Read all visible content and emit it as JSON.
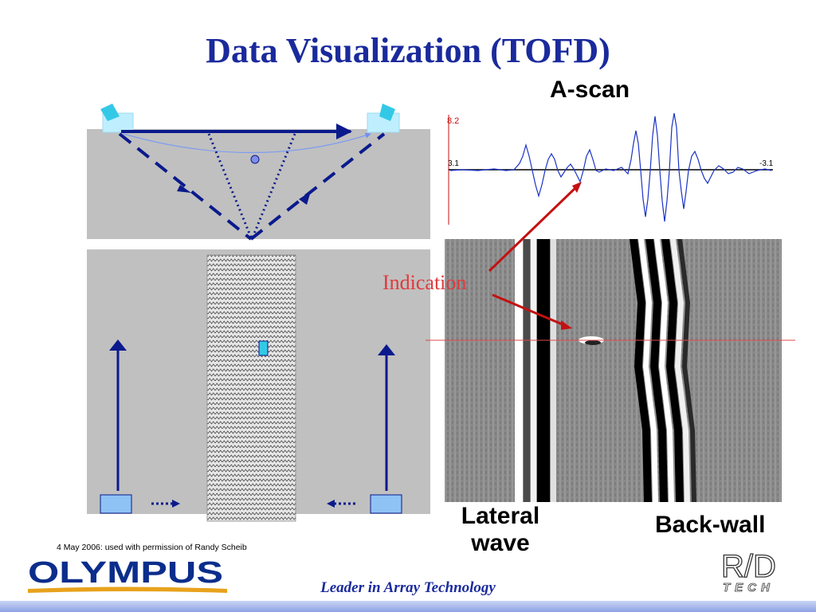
{
  "slide": {
    "title": "Data Visualization (TOFD)",
    "ascan_label": "A-scan",
    "indication_label": "Indication",
    "lateral_wave_label": "Lateral wave",
    "backwall_label": "Back-wall",
    "ascan_top_value": "8.2",
    "ascan_left_value": "3.1",
    "ascan_right_value": "-3.1",
    "footnote": "4 May 2006:  used with permission of Randy Scheib",
    "tagline": "Leader in Array Technology",
    "company_logo": "OLYMPUS",
    "rd_logo_top": "R/D",
    "rd_logo_bottom": "TECH"
  },
  "colors": {
    "title": "#1a2a9c",
    "panel_gray": "#c0c0c0",
    "arrow_blue": "#0a1a8c",
    "probe_cyan": "#33c9e6",
    "indication_red": "#c41111",
    "logo_blue": "#0b2d8c",
    "logo_gold": "#e8a21c"
  }
}
